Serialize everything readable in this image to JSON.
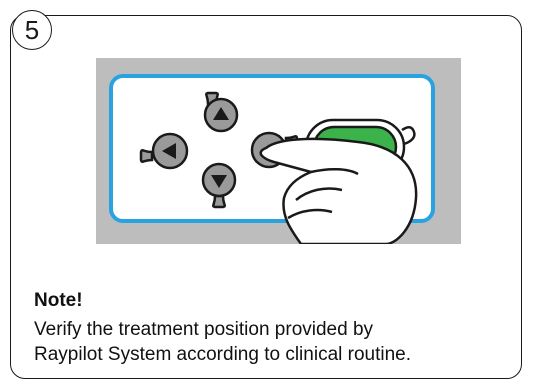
{
  "step": {
    "number": "5"
  },
  "note": {
    "title": "Note!",
    "lines": [
      "Verify the treatment position provided by",
      "Raypilot System according to clinical routine."
    ]
  },
  "illustration": {
    "icons": [
      "arrow-up-icon",
      "arrow-left-icon",
      "arrow-down-icon",
      "confirm-button-icon",
      "pointing-hand-icon"
    ],
    "colors": {
      "panel": "#bdbdbd",
      "screen_border": "#29a3e0",
      "key_fill": "#9a9a9a",
      "confirm_green": "#3cb34a"
    }
  }
}
